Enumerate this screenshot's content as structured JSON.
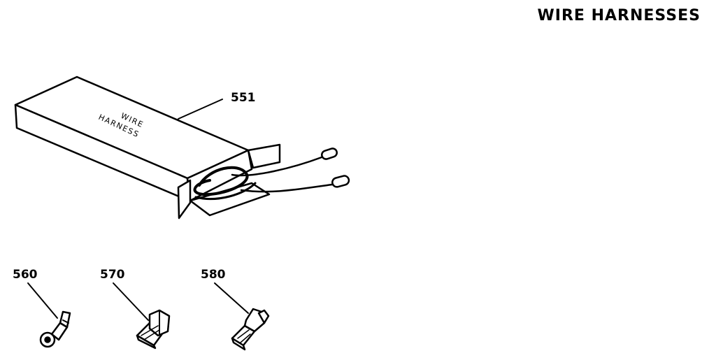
{
  "page": {
    "title": "WIRE HARNESSES"
  },
  "parts": {
    "harness_box": {
      "callout": "551",
      "label_line1": "WIRE",
      "label_line2": "HARNESS"
    },
    "ring_terminal": {
      "callout": "560"
    },
    "flag_terminal": {
      "callout": "570"
    },
    "spade_terminal": {
      "callout": "580"
    }
  },
  "colors": {
    "ink": "#000000",
    "background": "#ffffff"
  }
}
